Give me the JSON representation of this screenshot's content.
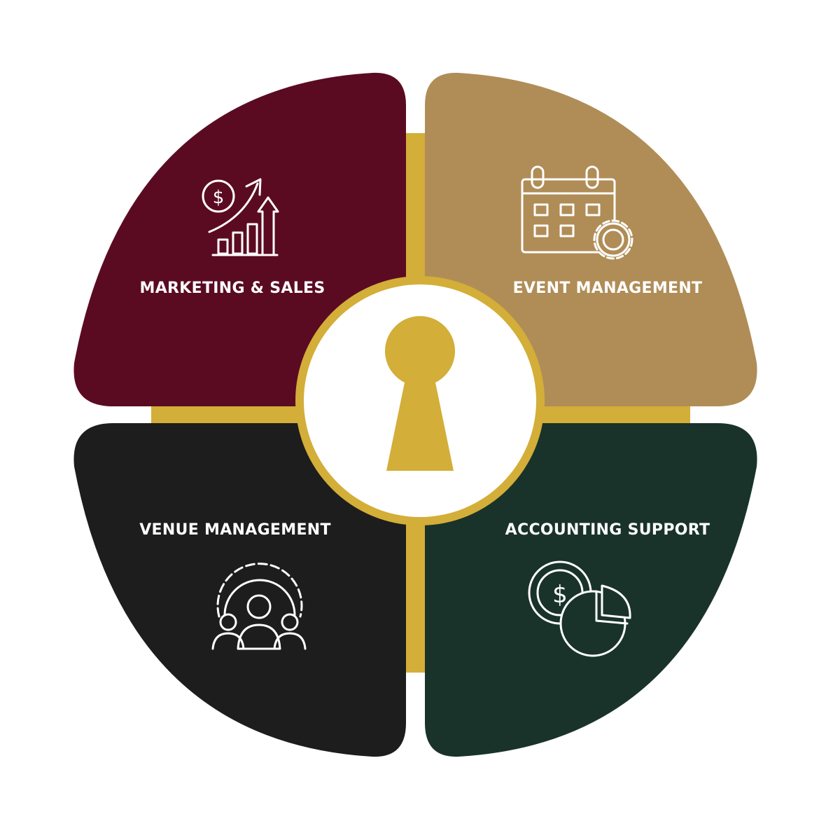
{
  "colors": {
    "background": "#ffffff",
    "gold": "#d3ae38",
    "keyhole": "#d3ae38",
    "center_fill": "#ffffff",
    "marketing": "#5a0b22",
    "event": "#b08d57",
    "venue": "#1d1d1d",
    "accounting": "#19332b",
    "icon_stroke": "#ffffff"
  },
  "quadrants": [
    {
      "key": "marketing",
      "label": "MARKETING & SALES",
      "icon": "sales-growth-chart-icon"
    },
    {
      "key": "event",
      "label": "EVENT MANAGEMENT",
      "icon": "calendar-gear-icon"
    },
    {
      "key": "venue",
      "label": "VENUE MANAGEMENT",
      "icon": "team-gear-icon"
    },
    {
      "key": "accounting",
      "label": "ACCOUNTING SUPPORT",
      "icon": "coins-pie-chart-icon"
    }
  ],
  "center": {
    "icon": "keyhole-icon"
  }
}
